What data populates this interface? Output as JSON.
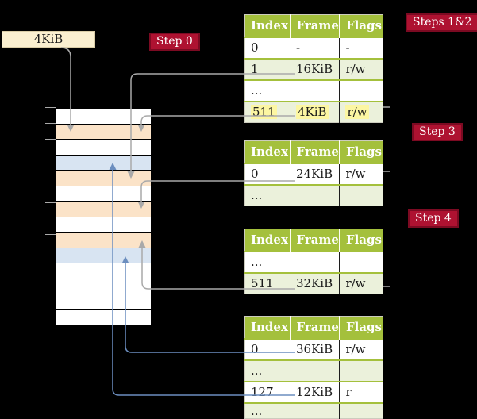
{
  "colors": {
    "background": "#000000",
    "page_box_bg": "#faefd0",
    "badge_bg": "#ae1231",
    "badge_border": "#7c0a22",
    "header_green": "#a4c03c",
    "row_green": "#ebf1db",
    "row_white": "#ffffff",
    "peach": "#fbe3c8",
    "row_blue": "#d8e4f2",
    "highlight_yellow": "#fcf6a2",
    "gray_line": "#a9a9a9",
    "blue_line": "#6c8ebf",
    "table_border": "#ccccbe"
  },
  "page_size_box": {
    "label": "4KiB"
  },
  "badges": [
    {
      "id": "step0",
      "label": "Step 0"
    },
    {
      "id": "steps12",
      "label": "Steps 1&2"
    },
    {
      "id": "step3",
      "label": "Step 3"
    },
    {
      "id": "step4",
      "label": "Step 4"
    }
  ],
  "memory_stack": {
    "rows": [
      {
        "color": "white"
      },
      {
        "color": "peach"
      },
      {
        "color": "white"
      },
      {
        "color": "blue"
      },
      {
        "color": "peach"
      },
      {
        "color": "white"
      },
      {
        "color": "peach"
      },
      {
        "color": "white"
      },
      {
        "color": "peach"
      },
      {
        "color": "blue"
      },
      {
        "color": "white"
      },
      {
        "color": "white"
      },
      {
        "color": "white"
      },
      {
        "color": "white"
      }
    ]
  },
  "tables": [
    {
      "name": "page-table-steps-1-2",
      "columns": [
        "Index",
        "Frame",
        "Flags"
      ],
      "rows": [
        {
          "cells": [
            "0",
            "-",
            "-"
          ],
          "shaded": false,
          "highlight": false
        },
        {
          "cells": [
            "1",
            "16KiB",
            "r/w"
          ],
          "shaded": true,
          "highlight": false
        },
        {
          "cells": [
            "...",
            "",
            ""
          ],
          "shaded": false,
          "highlight": false
        },
        {
          "cells": [
            "511",
            "4KiB",
            "r/w"
          ],
          "shaded": true,
          "highlight": true
        }
      ]
    },
    {
      "name": "page-table-step-3",
      "columns": [
        "Index",
        "Frame",
        "Flags"
      ],
      "rows": [
        {
          "cells": [
            "0",
            "24KiB",
            "r/w"
          ],
          "shaded": false,
          "highlight": false
        },
        {
          "cells": [
            "...",
            "",
            ""
          ],
          "shaded": true,
          "highlight": false
        }
      ]
    },
    {
      "name": "page-table-step-4-upper",
      "columns": [
        "Index",
        "Frame",
        "Flags"
      ],
      "rows": [
        {
          "cells": [
            "...",
            "",
            ""
          ],
          "shaded": false,
          "highlight": false
        },
        {
          "cells": [
            "511",
            "32KiB",
            "r/w"
          ],
          "shaded": true,
          "highlight": false
        }
      ]
    },
    {
      "name": "page-table-step-4-lower",
      "columns": [
        "Index",
        "Frame",
        "Flags"
      ],
      "rows": [
        {
          "cells": [
            "0",
            "36KiB",
            "r/w"
          ],
          "shaded": false,
          "highlight": false
        },
        {
          "cells": [
            "...",
            "",
            ""
          ],
          "shaded": true,
          "highlight": false
        },
        {
          "cells": [
            "127",
            "12KiB",
            "r"
          ],
          "shaded": false,
          "highlight": false
        },
        {
          "cells": [
            "...",
            "",
            ""
          ],
          "shaded": true,
          "highlight": false
        }
      ]
    }
  ]
}
